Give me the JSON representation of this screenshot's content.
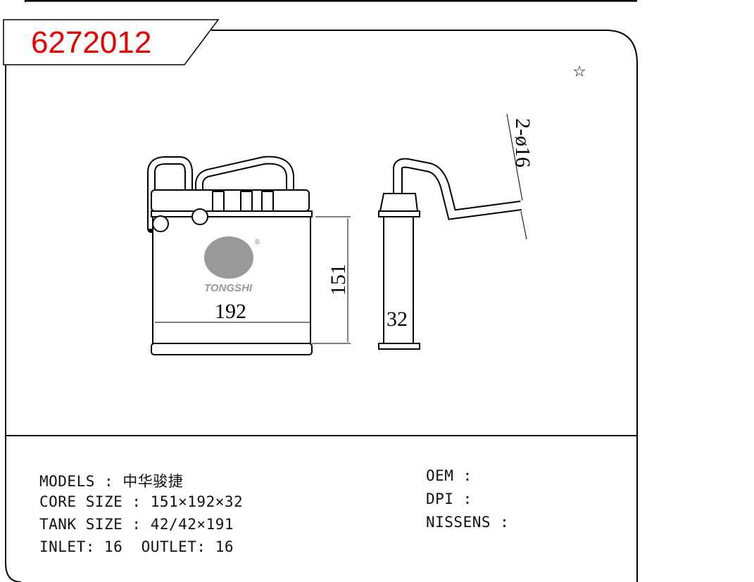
{
  "part_number": "6272012",
  "favorite_icon": "star-outline-icon",
  "drawing": {
    "brand_logo_text": "TONGSHI",
    "dimensions": {
      "width": "192",
      "height": "151",
      "thickness": "32",
      "pipe": "2-ø16"
    }
  },
  "specs": {
    "models": "MODELS : 中华骏捷",
    "core_size": "CORE SIZE : 151×192×32",
    "tank_size": "TANK SIZE : 42/42×191",
    "inlet_outlet": "INLET: 16  OUTLET: 16",
    "oem": "OEM :",
    "dpi": "DPI :",
    "nissens": "NISSENS :"
  }
}
